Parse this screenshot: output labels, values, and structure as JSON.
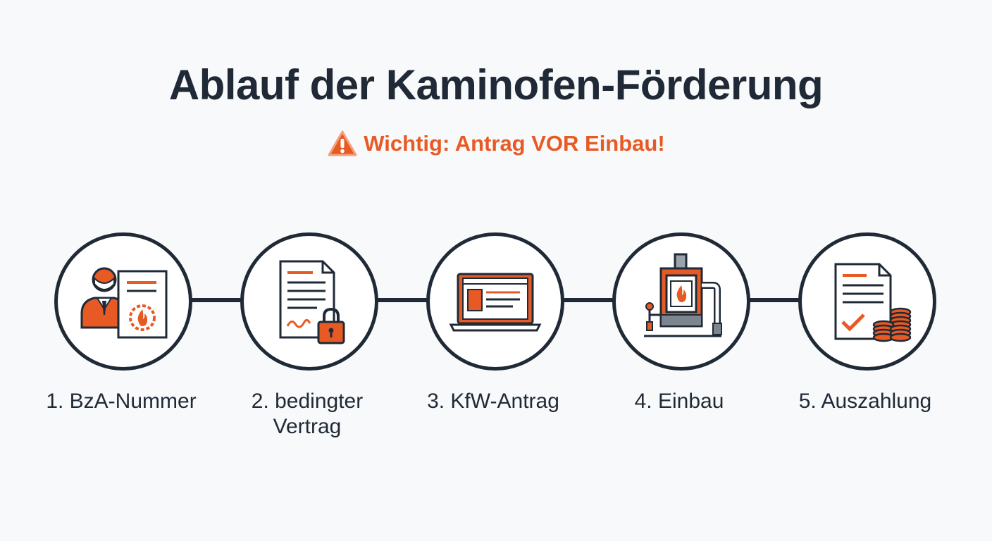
{
  "title": "Ablauf der Kaminofen-Förderung",
  "warning": {
    "icon": "warning-triangle-icon",
    "text": "Wichtig: Antrag VOR Einbau!"
  },
  "colors": {
    "accent": "#e85a24",
    "dark": "#1f2a36",
    "background": "#f8f9fb"
  },
  "steps": [
    {
      "label_line1": "1. BzA-Nummer",
      "label_line2": "",
      "icon": "expert-certificate-icon"
    },
    {
      "label_line1": "2. bedingter",
      "label_line2": "Vertrag",
      "icon": "contract-lock-icon"
    },
    {
      "label_line1": "3. KfW-Antrag",
      "label_line2": "",
      "icon": "laptop-application-icon"
    },
    {
      "label_line1": "4. Einbau",
      "label_line2": "",
      "icon": "stove-installation-icon"
    },
    {
      "label_line1": "5. Auszahlung",
      "label_line2": "",
      "icon": "document-coins-icon"
    }
  ]
}
